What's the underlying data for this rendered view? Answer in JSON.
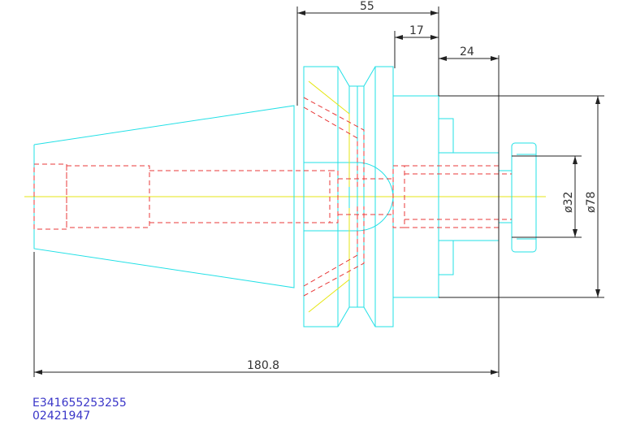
{
  "dimensions": {
    "d55": "55",
    "d17": "17",
    "d24": "24",
    "d32": "ø32",
    "d78": "ø78",
    "d180": "180.8"
  },
  "footer": {
    "code_line1": "E341655253255",
    "code_line2": "02421947"
  },
  "colors": {
    "outline": "#22e0e6",
    "hidden": "#e83838",
    "centerline": "#e6e615",
    "dimension": "#222222",
    "code_text": "#3a36c8"
  }
}
